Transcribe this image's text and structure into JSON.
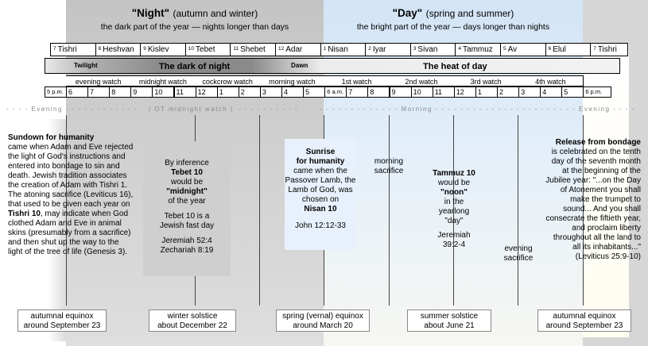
{
  "header": {
    "night_title": "\"Night\"",
    "night_paren": "(autumn and winter)",
    "night_sub": "the dark part of the year — nights longer than days",
    "day_title": "\"Day\"",
    "day_paren": "(spring and summer)",
    "day_sub": "the bright part of the year — days longer than nights"
  },
  "months": [
    {
      "n": "7",
      "name": "Tishri"
    },
    {
      "n": "8",
      "name": "Heshvan"
    },
    {
      "n": "9",
      "name": "Kislev"
    },
    {
      "n": "10",
      "name": "Tebet"
    },
    {
      "n": "11",
      "name": "Shebet"
    },
    {
      "n": "12",
      "name": "Adar"
    },
    {
      "n": "1",
      "name": "Nisan"
    },
    {
      "n": "2",
      "name": "Iyar"
    },
    {
      "n": "3",
      "name": "Sivan"
    },
    {
      "n": "4",
      "name": "Tammuz"
    },
    {
      "n": "5",
      "name": "Av"
    },
    {
      "n": "6",
      "name": "Elul"
    },
    {
      "n": "7",
      "name": "Tishri"
    }
  ],
  "bar": {
    "twilight": "Twilight",
    "dark": "The dark of night",
    "dawn": "Dawn",
    "heat": "The heat of day"
  },
  "watches": [
    "evening watch",
    "midnight watch",
    "cockcrow watch",
    "morning watch",
    "1st watch",
    "2nd watch",
    "3rd watch",
    "4th watch"
  ],
  "hours": [
    "5 p.m.",
    "6",
    "7",
    "8",
    "9",
    "10",
    "11",
    "12",
    "1",
    "2",
    "3",
    "4",
    "5",
    "6 a.m.",
    "7",
    "8",
    "9",
    "10",
    "11",
    "12",
    "1",
    "2",
    "3",
    "4",
    "5",
    "6 p.m."
  ],
  "dividers": {
    "evening_left": "- - - -   Evening   - - - - - - - - - - - -",
    "ot_midnight": "|   OT midnight watch   |",
    "dash_mid": "- - - - - - - - - -",
    "morning": "- - - - - - - - - - - - -   Morning   - - - - - - - - - - - - - - - - - - - - - - - - - - - - - - - - - -",
    "evening_right": "- - - - - - - - -   Evening   - - - -"
  },
  "sundown": {
    "title": "Sundown for humanity",
    "body1": "came when Adam and Eve rejected the light of God's instructions and  entered into bondage to sin and death. Jewish tradition associates the creation of Adam with Tishri 1.  The atoning sacrifice (Leviticus 16), that used to be given each year on ",
    "bold": "Tishri 10",
    "body2": ", may indicate when God clothed Adam and Eve in animal skins (presumably from a sacrifice) and then shut up the way to the light of the tree of life (Genesis 3)."
  },
  "tebet": {
    "l1": "By inference",
    "l2": "Tebet 10",
    "l3": "would be",
    "l4": "\"midnight\"",
    "l5": "of the year",
    "l6": "Tebet 10 is a",
    "l7": "Jewish fast day",
    "l8": "Jeremiah 52:4",
    "l9": "Zechariah 8:19"
  },
  "sunrise": {
    "title1": "Sunrise",
    "title2": "for humanity",
    "body": "came when the Passover Lamb, the Lamb of God, was chosen on",
    "bold": "Nisan 10",
    "ref": "John 12:12-33"
  },
  "morning_sacrifice": "morning sacrifice",
  "tammuz": {
    "l1": "Tammuz 10",
    "l2": "would be",
    "l3": "\"noon\"",
    "l4": "in the",
    "l5": "yearlong",
    "l6": "\"day\"",
    "l7": "Jeremiah",
    "l8": "39:2-4"
  },
  "evening_sacrifice": "evening sacrifice",
  "release": {
    "title": "Release from bondage",
    "body": "is celebrated on the tenth day of the seventh month at the beginning of the Jubilee year:  \"...on the Day of Atonement you shall make the trumpet to sound...  And you shall consecrate the fiftieth year, and proclaim liberty throughout all the land to all its inhabitants...\" (Leviticus 25:9-10)"
  },
  "seasons": [
    {
      "l1": "autumnal equinox",
      "l2": "around September 23"
    },
    {
      "l1": "winter solstice",
      "l2": "about December 22"
    },
    {
      "l1": "spring (vernal) equinox",
      "l2": "around March 20"
    },
    {
      "l1": "summer solstice",
      "l2": "about June 21"
    },
    {
      "l1": "autumnal equinox",
      "l2": "around September 23"
    }
  ],
  "colors": {
    "night_gray": "#c8c8c8",
    "day_blue": "#d6e7f7",
    "bar_dark": "#8a8a8a",
    "bar_light": "#e6e6e6"
  }
}
